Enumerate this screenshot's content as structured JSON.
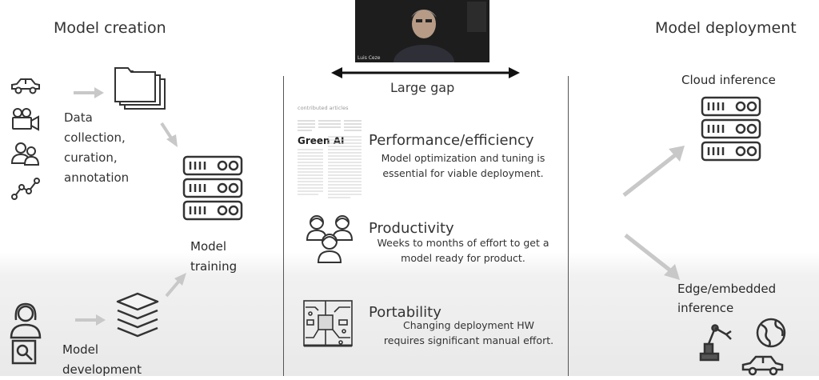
{
  "sections": {
    "creation_title": "Model creation",
    "deployment_title": "Model deployment",
    "gap_label": "Large gap"
  },
  "creation": {
    "data_label": [
      "Data",
      "collection,",
      "curation,",
      "annotation"
    ],
    "training_label": [
      "Model",
      "training"
    ],
    "development_label": [
      "Model",
      "development"
    ]
  },
  "video": {
    "speaker_tag": "Luis Ceze"
  },
  "gap": {
    "article_header": "contributed articles",
    "article_title": "Green AI",
    "items": [
      {
        "title": "Performance/efficiency",
        "lines": [
          "Model optimization and tuning is",
          "essential for viable deployment."
        ]
      },
      {
        "title": "Productivity",
        "lines": [
          "Weeks to months of effort to get a",
          "model ready for product."
        ]
      },
      {
        "title": "Portability",
        "lines": [
          "Changing deployment HW",
          "requires significant manual effort."
        ]
      }
    ]
  },
  "deployment": {
    "cloud_label": "Cloud inference",
    "edge_label": [
      "Edge/embedded",
      "inference"
    ]
  },
  "colors": {
    "icon_stroke": "#333333",
    "arrow_gray": "#c8c8c8",
    "divider": "#555555",
    "video_bg": "#1a1a1a"
  },
  "icons": {
    "data_sources": [
      "car-icon",
      "video-camera-icon",
      "people-icon",
      "line-chart-icon"
    ],
    "data_store": "folders-icon",
    "training": "server-rack-icon",
    "development": [
      "person-icon",
      "magnifier-icon",
      "layers-icon"
    ],
    "gap": [
      "green-ai-article-thumbnail",
      "group-of-people-icon",
      "circuit-board-icon"
    ],
    "cloud": "server-rack-icon",
    "edge": [
      "robot-arm-icon",
      "globe-icon",
      "car-icon"
    ]
  }
}
